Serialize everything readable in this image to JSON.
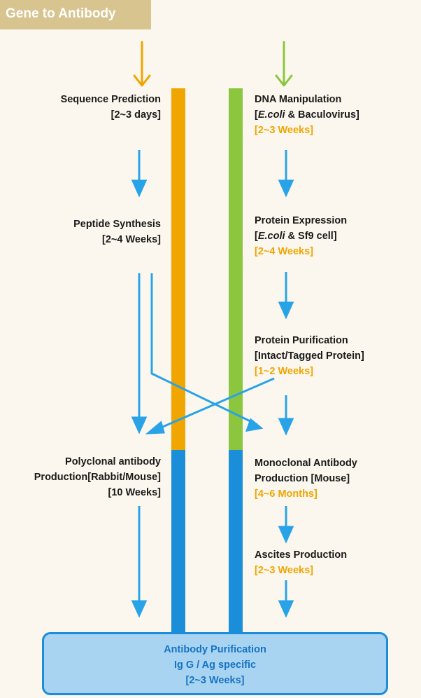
{
  "title": "Gene to Antibody",
  "left": {
    "sequence": {
      "line1": "Sequence Prediction",
      "line2": "[2~3 days]"
    },
    "peptide": {
      "line1": "Peptide Synthesis",
      "line2": "[2~4 Weeks]"
    },
    "polyclonal": {
      "line1": "Polyclonal antibody",
      "line2": "Production[Rabbit/Mouse]",
      "line3": "[10 Weeks]"
    }
  },
  "right": {
    "dna": {
      "line1": "DNA Manipulation",
      "line2_prefix": "[",
      "line2_italic": "E.coli",
      "line2_suffix": " & Baculovirus]",
      "time": "[2~3 Weeks]"
    },
    "expression": {
      "line1": "Protein Expression",
      "line2_prefix": "[",
      "line2_italic": "E.coli",
      "line2_suffix": " & Sf9 cell]",
      "time": "[2~4 Weeks]"
    },
    "purification": {
      "line1": "Protein Purification",
      "line2": "[Intact/Tagged Protein]",
      "time": "[1~2 Weeks]"
    },
    "monoclonal": {
      "line1": "Monoclonal Antibody",
      "line2": "Production [Mouse]",
      "time": "[4~6 Months]"
    },
    "ascites": {
      "line1": "Ascites Production",
      "time": "[2~3 Weeks]"
    }
  },
  "bottom": {
    "line1": "Antibody Purification",
    "line2": "Ig G / Ag specific",
    "line3": "[2~3 Weeks]"
  },
  "colors": {
    "orange": "#f0a500",
    "green": "#8cc63f",
    "blue": "#1a8ed8",
    "arrow": "#29a3e8",
    "tab": "#d8c48f"
  }
}
